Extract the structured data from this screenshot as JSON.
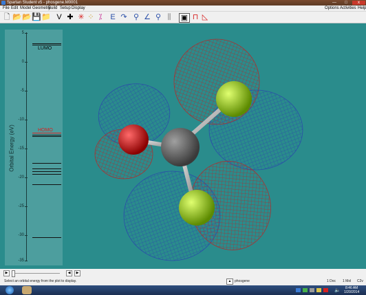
{
  "window": {
    "title": "Spartan Student v5 - phosgene.M0001",
    "minimize": "—",
    "maximize": "□",
    "close": "x"
  },
  "menu": {
    "left": [
      "File",
      "Edit",
      "Model",
      "Geometry",
      "Build",
      "Setup",
      "Display"
    ],
    "right": [
      "Options",
      "Activities",
      "Help"
    ]
  },
  "toolbar": {
    "icons": [
      "new-icon",
      "open-icon",
      "open-folder-icon",
      "save-icon",
      "folder-icon",
      "view-icon",
      "add-fragment-icon",
      "delete-icon",
      "make-bond-icon",
      "break-bond-icon",
      "minimize-icon",
      "rotate-icon",
      "measure-distance-icon",
      "measure-angle-icon",
      "measure-dihedral-icon",
      "spectra-icon",
      "select-icon",
      "surface-icon",
      "plot-icon"
    ]
  },
  "energy_diagram": {
    "axis_title": "Orbital Energy (eV)",
    "ticks": [
      "5",
      "0",
      "-5",
      "-10",
      "-15",
      "-20",
      "-25",
      "-30",
      "-35"
    ],
    "lumo_label": "LUMO",
    "homo_label": "HOMO",
    "colors": {
      "homo": "#d62020",
      "level": "#111111",
      "panel": "#4d9e9e"
    }
  },
  "colors": {
    "background": "#2a8c8c",
    "oxygen": "#cc1010",
    "carbon": "#606060",
    "chlorine": "#9acd1a",
    "orbital_red": "#a83232",
    "orbital_blue": "#2a4fa8"
  },
  "bottom": {
    "play": "▶",
    "prev": "◀",
    "next": "▶",
    "status_text": "Select an orbital energy from the plot to display.",
    "molecule_name": "phosgene",
    "doc_count": "1 Doc",
    "mol_count": "1 Mol",
    "symmetry": "C2v"
  },
  "taskbar": {
    "time": "8:46 AM",
    "date": "1/20/2014"
  }
}
